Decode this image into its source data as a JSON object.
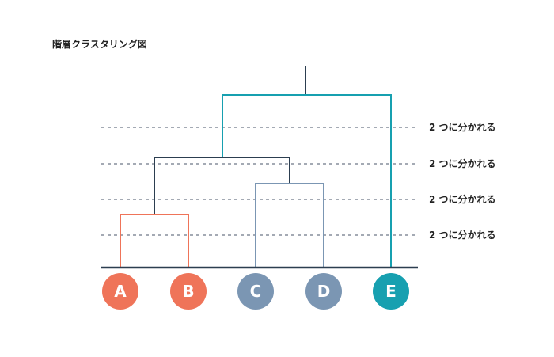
{
  "diagram": {
    "title": "階層クラスタリング図",
    "colors": {
      "orange": "#ef7459",
      "slate": "#7b96b3",
      "teal": "#17a0b0",
      "dark": "#2c3e50",
      "guide": "#4a5568"
    },
    "levels": [
      {
        "label": "2 つに分かれる"
      },
      {
        "label": "2 つに分かれる"
      },
      {
        "label": "2 つに分かれる"
      },
      {
        "label": "2 つに分かれる"
      }
    ],
    "leaves": [
      {
        "label": "A",
        "color": "orange"
      },
      {
        "label": "B",
        "color": "orange"
      },
      {
        "label": "C",
        "color": "slate"
      },
      {
        "label": "D",
        "color": "slate"
      },
      {
        "label": "E",
        "color": "teal"
      }
    ]
  }
}
